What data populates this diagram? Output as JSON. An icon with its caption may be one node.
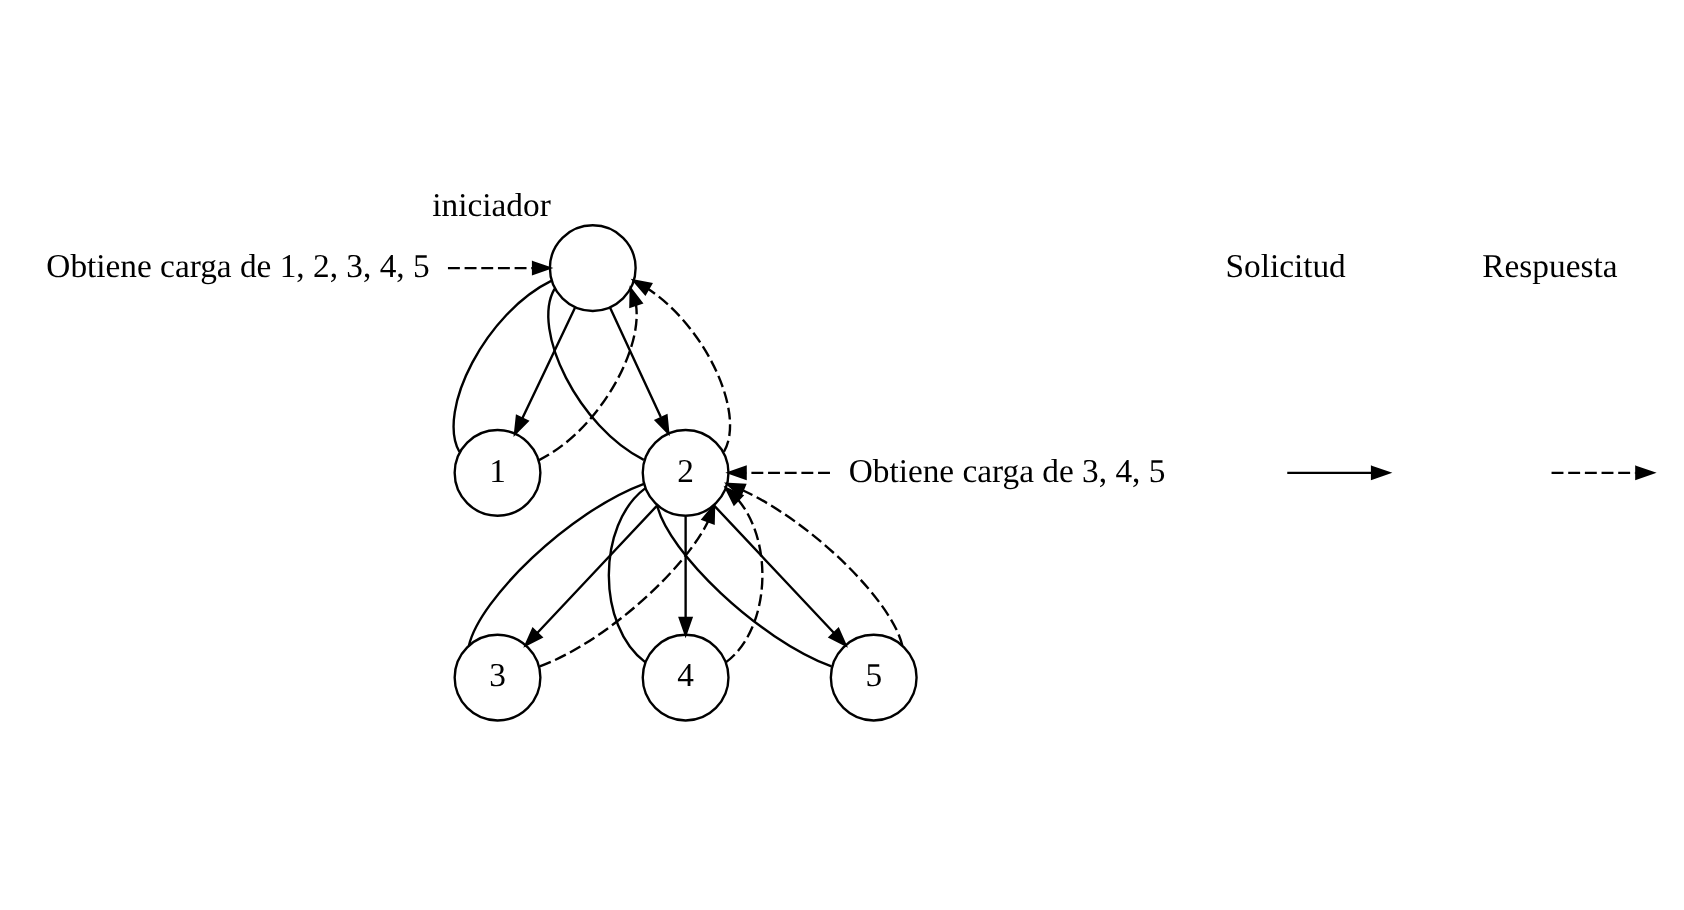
{
  "diagram": {
    "nodes": [
      {
        "text": [
          "Obtiene carga de 1, 2, 3, 4, 5"
        ]
      },
      {
        "text": [],
        "shape": "circle",
        "beside": [
          "iniciador"
        ]
      },
      {
        "text": [
          "1"
        ]
      },
      {
        "text": [
          "2"
        ]
      },
      {
        "text": [
          "Obtiene carga de 3, 4, 5"
        ]
      },
      {
        "text": [
          "3"
        ]
      },
      {
        "text": [
          "4"
        ]
      },
      {
        "text": [
          "5"
        ]
      }
    ],
    "edges": [
      {
        "from": 1,
        "to": 2,
        "arrow": "none"
      },
      {
        "from": 1,
        "to": 3,
        "arrow": "none"
      },
      {
        "from": 3,
        "to": 5,
        "arrow": "none"
      },
      {
        "from": 3,
        "to": 6,
        "arrow": "none"
      },
      {
        "from": 3,
        "to": 7,
        "arrow": "none"
      },
      {
        "from": 1,
        "to": 2,
        "arrow": "to"
      },
      {
        "from": 2,
        "to": 1,
        "arrow": "to",
        "style": "dashed"
      },
      {
        "from": 1,
        "to": 3,
        "arrow": "to"
      },
      {
        "from": 3,
        "to": 1,
        "arrow": "to",
        "style": "dashed"
      },
      {
        "from": 3,
        "to": 5,
        "arrow": "to"
      },
      {
        "from": 5,
        "to": 3,
        "arrow": "to",
        "style": "dashed"
      },
      {
        "from": 3,
        "to": 6,
        "arrow": "to"
      },
      {
        "from": 6,
        "to": 3,
        "arrow": "to",
        "style": "dashed"
      },
      {
        "from": 3,
        "to": 7,
        "arrow": "to"
      },
      {
        "from": 7,
        "to": 3,
        "arrow": "to",
        "style": "dashed"
      },
      {
        "from": 0,
        "to": 1,
        "arrow": "to",
        "style": "dashed"
      },
      {
        "from": 4,
        "to": 3,
        "arrow": "to",
        "style": "dashed"
      }
    ],
    "legend": [
      {
        "text": "Solicitud"
      },
      {
        "text": "Respuesta"
      }
    ]
  }
}
